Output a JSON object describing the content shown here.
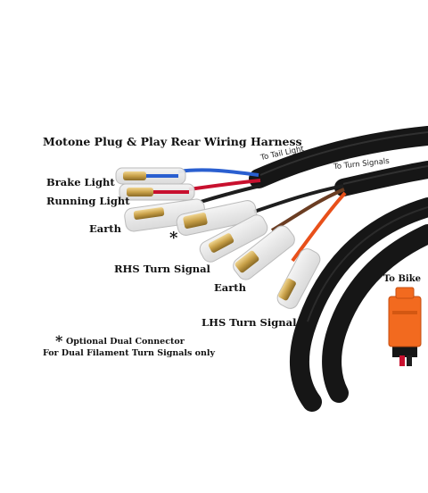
{
  "title": "Motone Plug & Play Rear Wiring Harness",
  "cable_labels": {
    "tail_light": "To Tail Light",
    "turn_signals": "To Turn Signals",
    "bike": "To Bike"
  },
  "wires": {
    "brake_light": "Brake Light",
    "running_light": "Running Light",
    "earth_1": "Earth",
    "rhs_turn_signal": "RHS Turn Signal",
    "earth_2": "Earth",
    "lhs_turn_signal": "LHS Turn Signal"
  },
  "asterisk": "*",
  "note": {
    "line1": "Optional Dual Connector",
    "line2": "For Dual Filament Turn Signals only"
  },
  "colors": {
    "cable_sheath": "#161616",
    "wire_blue": "#2a5fd0",
    "wire_red": "#c8102e",
    "wire_black": "#1e1e1e",
    "wire_brown": "#6b3d22",
    "wire_orange": "#e8501a",
    "plug_orange": "#f26a1f",
    "brass": "#c8a048"
  }
}
